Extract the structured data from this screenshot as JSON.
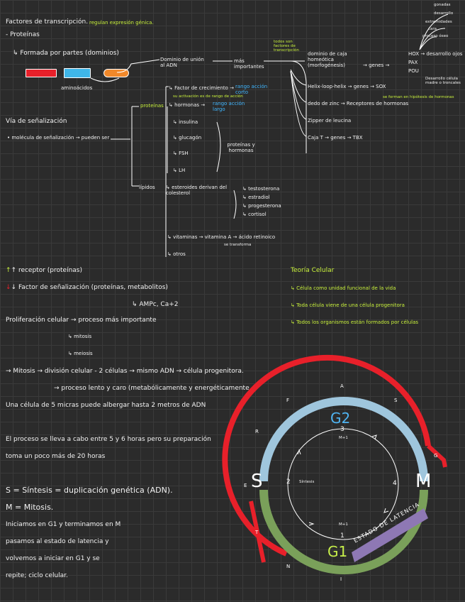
{
  "header": {
    "title": "Factores de transcripción.",
    "title_note": "regulan expresión génica."
  },
  "left": {
    "proteinas": "- Proteínas",
    "formada": "↳ Formada por partes (dominios)",
    "aminoacidos": "aminoácidos",
    "via": "Vía de señalización",
    "molecula": "• molécula de señalización → pueden ser"
  },
  "center": {
    "dominio_union": "Dominio de unión al ADN",
    "mas_importantes": "más importantes",
    "factor_crecimiento": "↳ Factor de crecimiento →",
    "rango_accion_corto": "rango acción corto",
    "note_tiempo": "su activación es de rango de acción",
    "proteinas_label": "proteínas",
    "hormonas": "↳ hormonas →",
    "rango_accion_largo": "rango acción largo",
    "insulina": "↳ insulina",
    "glucagon": "↳ glucagón",
    "fsh": "↳ FSH",
    "lh": "↳ LH",
    "proteinas_hormonas": "proteínas y hormonas",
    "lipidos": "lípidos",
    "esteroides": "↳ esteroides derivan del colesterol",
    "testosterona": "↳ testosterona",
    "estradiol": "↳ estradiol",
    "progesterona": "↳ progesterona",
    "cortisol": "↳ cortisol",
    "vitaminas": "↳ vitaminas → vitamina A → ácido retinoico",
    "se_transforma": "se transforma",
    "otros": "↳ otros"
  },
  "right": {
    "todos_son": "todos son factores de transcripción",
    "dominio_caja": "dominio de caja homeótica (morfogénesis)",
    "genes": "→ genes →",
    "hox": "HOX → desarrollo ojos",
    "pax": "PAX",
    "pou": "POU",
    "helix": "Helix-loop-helix → genes → SOX",
    "sox_note": "Desarrollo célula madre o troncales",
    "sox_small": "se forman en hipótesis de hormonas",
    "dedo_zinc": "dedo de zinc → Receptores de hormonas",
    "zipper": "Zipper de leucina",
    "caja_t": "Caja T → genes → TBX",
    "corner_notes": [
      "gonadas",
      "desarrollo",
      "extremidades",
      "cara",
      "proceso óseo"
    ]
  },
  "receptors": {
    "up": "↑ receptor (proteínas)",
    "down": "↓ Factor de señalización (proteínas, metabolitos)",
    "amp": "↳ AMPc, Ca+2"
  },
  "teoria": {
    "title": "Teoría Celular",
    "items": [
      "↳ Célula como unidad funcional de la vida",
      "↳ Toda célula viene de una célula progenitora",
      "↳ Todos los organismos están formados por células"
    ]
  },
  "proliferacion": {
    "main": "Proliferación celular → proceso más importante",
    "mitosis": "↳ mitosis",
    "meiosis": "↳ meiosis"
  },
  "mitosis_text": {
    "line1": "→ Mitosis → división celular - 2 células → mismo ADN → célula progenitora.",
    "line2": "→ proceso lento y caro (metabólicamente y energéticamente",
    "line3": "Una célula de 5 micras puede albergar hasta 2 metros de ADN"
  },
  "notes": {
    "proceso": "El proceso se lleva a cabo entre 5 y 6 horas pero su preparación",
    "proceso2": "toma un poco más de 20 horas",
    "s_def": "S = Síntesis = duplicación genética (ADN).",
    "m_def": "M = Mitosis.",
    "c1": "Iniciamos en G1 y terminamos en M",
    "c2": "pasamos al estado de latencia y",
    "c3": "volvemos a iniciar en G1 y se",
    "c4": "repite; ciclo celular."
  },
  "cycle": {
    "g2": "G2",
    "g1": "G1",
    "s": "S",
    "m": "M",
    "latencia": "ESTADO DE LATENCIA",
    "n1": "1",
    "n2": "2",
    "n3": "3",
    "n4": "4",
    "n2_label": "Síntesis",
    "n3_label": "M+1",
    "n1_label": "M+1",
    "outer_letters": [
      "A",
      "S",
      "G",
      "F",
      "R",
      "E",
      "T",
      "N",
      "I"
    ],
    "colors": {
      "red": "#e8202a",
      "blue": "#9fc6dd",
      "green": "#7aa05a",
      "purple": "#8e78b4",
      "cyan_text": "#4fb4f2",
      "g1_text": "#c6ee4a"
    }
  }
}
